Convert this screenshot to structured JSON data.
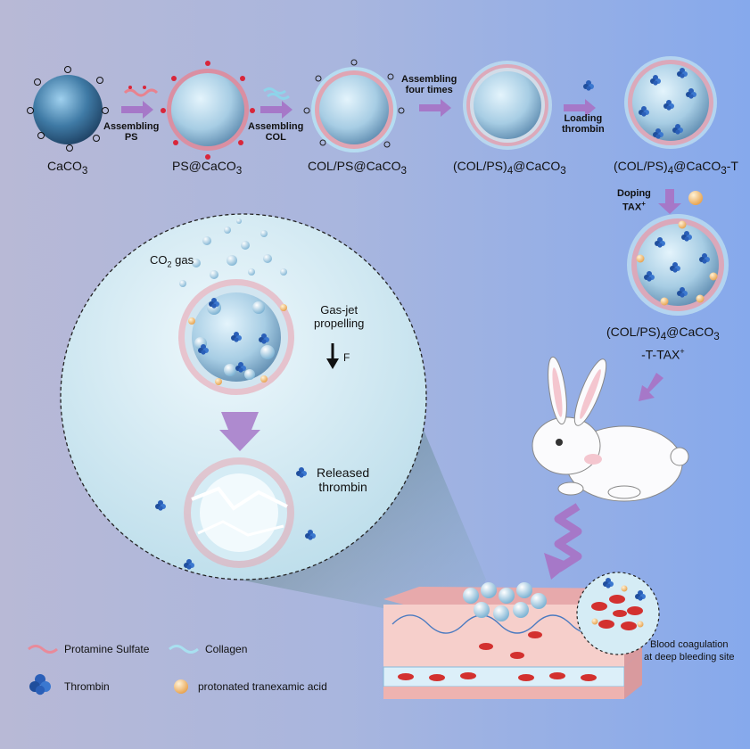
{
  "particles": [
    {
      "name": "CaCO",
      "sub": "3"
    },
    {
      "name": "PS@CaCO",
      "sub": "3"
    },
    {
      "name": "COL/PS@CaCO",
      "sub": "3"
    },
    {
      "pre": "(COL/PS)",
      "sub1": "4",
      "mid": "@CaCO",
      "sub2": "3"
    },
    {
      "pre": "(COL/PS)",
      "sub1": "4",
      "mid": "@CaCO",
      "sub2": "3",
      "post": "-T"
    }
  ],
  "final_particle": {
    "pre": "(COL/PS)",
    "sub1": "4",
    "mid": "@CaCO",
    "sub2": "3",
    "line2": "-T-TAX",
    "sup": "+"
  },
  "steps": {
    "s1": [
      "Assembling",
      "PS"
    ],
    "s2": [
      "Assembling",
      "COL"
    ],
    "s3": [
      "Assembling",
      "four times"
    ],
    "s4": [
      "Loading",
      "thrombin"
    ],
    "s5": [
      "Doping",
      "TAX"
    ],
    "s5_sup": "+"
  },
  "inset": {
    "co2_pre": "CO",
    "co2_sub": "2",
    "co2_post": " gas",
    "propel": [
      "Gas-jet",
      "propelling"
    ],
    "force": "F",
    "released": [
      "Released",
      "thrombin"
    ]
  },
  "wound": {
    "caption": [
      "Blood coagulation",
      "at deep bleeding site"
    ]
  },
  "legend": {
    "protamine": "Protamine Sulfate",
    "collagen": "Collagen",
    "thrombin": "Thrombin",
    "tax": "protonated tranexamic acid"
  },
  "colors": {
    "arrow": "#a678c8",
    "protamine": "#e88a9a",
    "collagen": "#a8e0f0",
    "thrombin": "#2a5fb8",
    "tax": "#f3c27a",
    "core": "#3f7aa5"
  }
}
